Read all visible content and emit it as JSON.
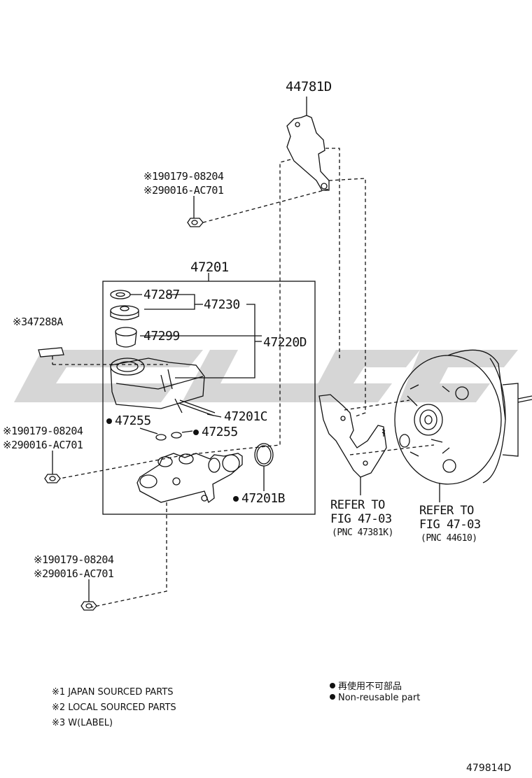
{
  "labels": {
    "p44781d": "44781D",
    "top_note1": "※190179-08204",
    "top_note2": "※290016-AC701",
    "p47201": "47201",
    "p47287": "47287",
    "p47230": "47230",
    "p47288a": "※347288A",
    "p47299": "47299",
    "p47220d": "47220D",
    "p47255a": "47255",
    "p47201c": "47201C",
    "left_note1": "※190179-08204",
    "left_note2": "※290016-AC701",
    "p47255b": "47255",
    "p47201b": "47201B",
    "bottom_note1": "※190179-08204",
    "bottom_note2": "※290016-AC701"
  },
  "refs": {
    "bracket_line1": "REFER TO",
    "bracket_line2": "FIG 47-03",
    "bracket_pnc": "(PNC 47381K)",
    "booster_line1": "REFER TO",
    "booster_line2": "FIG 47-03",
    "booster_pnc": "(PNC 44610)"
  },
  "legend": {
    "note1": "※1 JAPAN SOURCED PARTS",
    "note2": "※2 LOCAL SOURCED PARTS",
    "note3": "※3 W(LABEL)",
    "bullet_jp": "再使用不可部品",
    "bullet_en": "Non-reusable part"
  },
  "figure_id": "479814D",
  "colors": {
    "line": "#111111",
    "watermark": "#c8c8c8"
  }
}
